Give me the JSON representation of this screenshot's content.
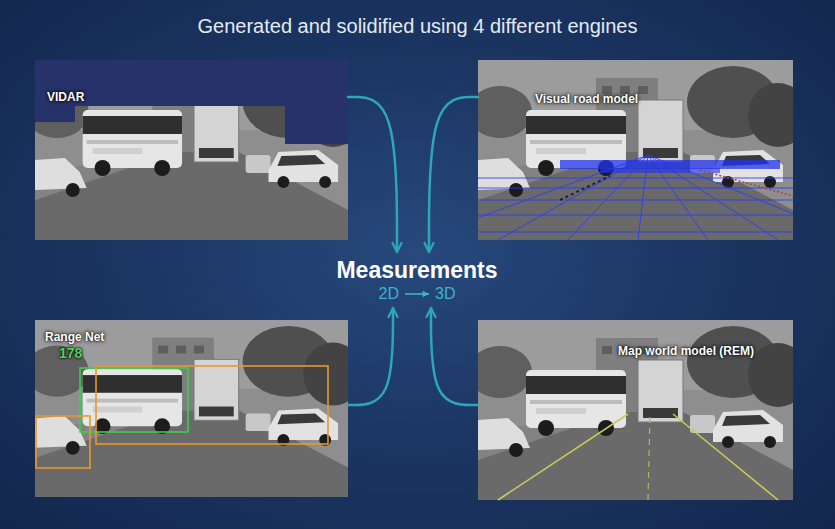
{
  "diagram": {
    "title": "Generated and solidified using 4 different engines",
    "nodes": [
      {
        "text": [
          "VIDAR"
        ]
      },
      {
        "text": [
          "Visual road model"
        ]
      },
      {
        "text": [
          "Measurements",
          "2D",
          "3D"
        ]
      },
      {
        "text": [
          "Range Net",
          "178"
        ]
      },
      {
        "text": [
          "Map world model (REM)"
        ]
      }
    ],
    "edges": [
      {
        "from": 0,
        "to": 2,
        "arrow": "to"
      },
      {
        "from": 1,
        "to": 2,
        "arrow": "to"
      },
      {
        "from": 3,
        "to": 2,
        "arrow": "to"
      },
      {
        "from": 4,
        "to": 2,
        "arrow": "to"
      }
    ]
  }
}
